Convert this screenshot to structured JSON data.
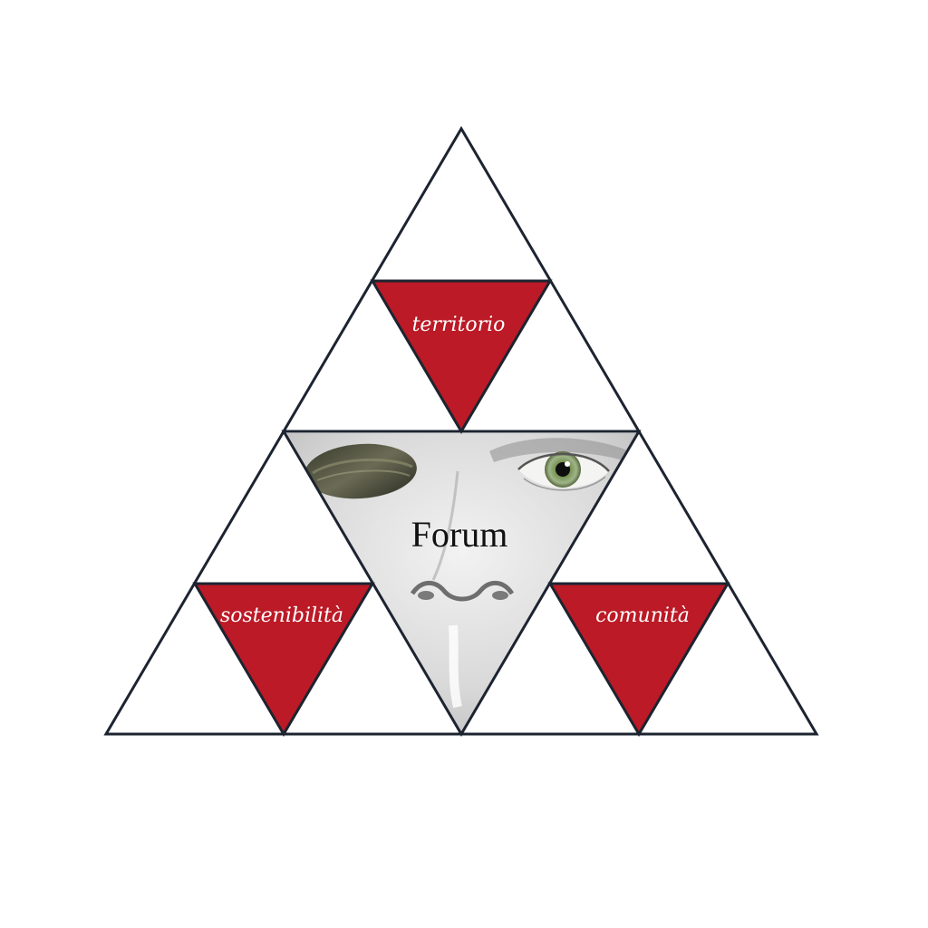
{
  "labels": {
    "top": "territorio",
    "left": "sostenibilità",
    "right": "comunità",
    "center": "Forum"
  },
  "colors": {
    "accent_red": "#bb1a26",
    "outline": "#1c2430",
    "background": "#ffffff",
    "center_text": "#111111"
  },
  "center_image": {
    "icon": "face-eyes-nose-photo-icon"
  }
}
